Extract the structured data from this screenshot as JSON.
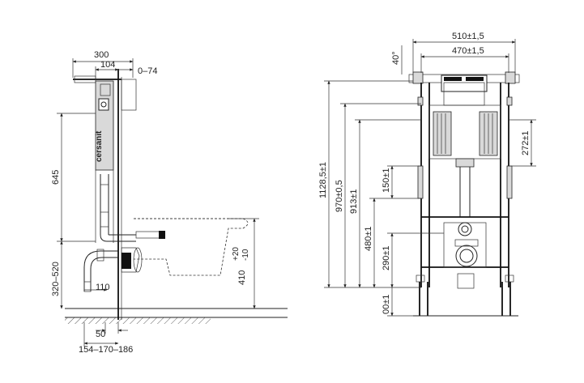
{
  "side_view": {
    "brand": "cersanit",
    "dims": {
      "d300": "300",
      "d104": "104",
      "d0_74": "0–74",
      "d645": "645",
      "d320_520": "320–520",
      "d110": "110",
      "d50": "50",
      "d154": "154–170–186",
      "d410": "410",
      "d_plus20": "+20",
      "d_minus10": "-10"
    }
  },
  "front_view": {
    "dims": {
      "d510": "510±1,5",
      "d470": "470±1,5",
      "d40": "40°",
      "d1128": "1128,5±1",
      "d970": "970±0,5",
      "d913": "913±1",
      "d480": "480±1",
      "d290": "290±1",
      "d150": "150±1",
      "d272": "272±1",
      "d00": "00±1"
    }
  }
}
